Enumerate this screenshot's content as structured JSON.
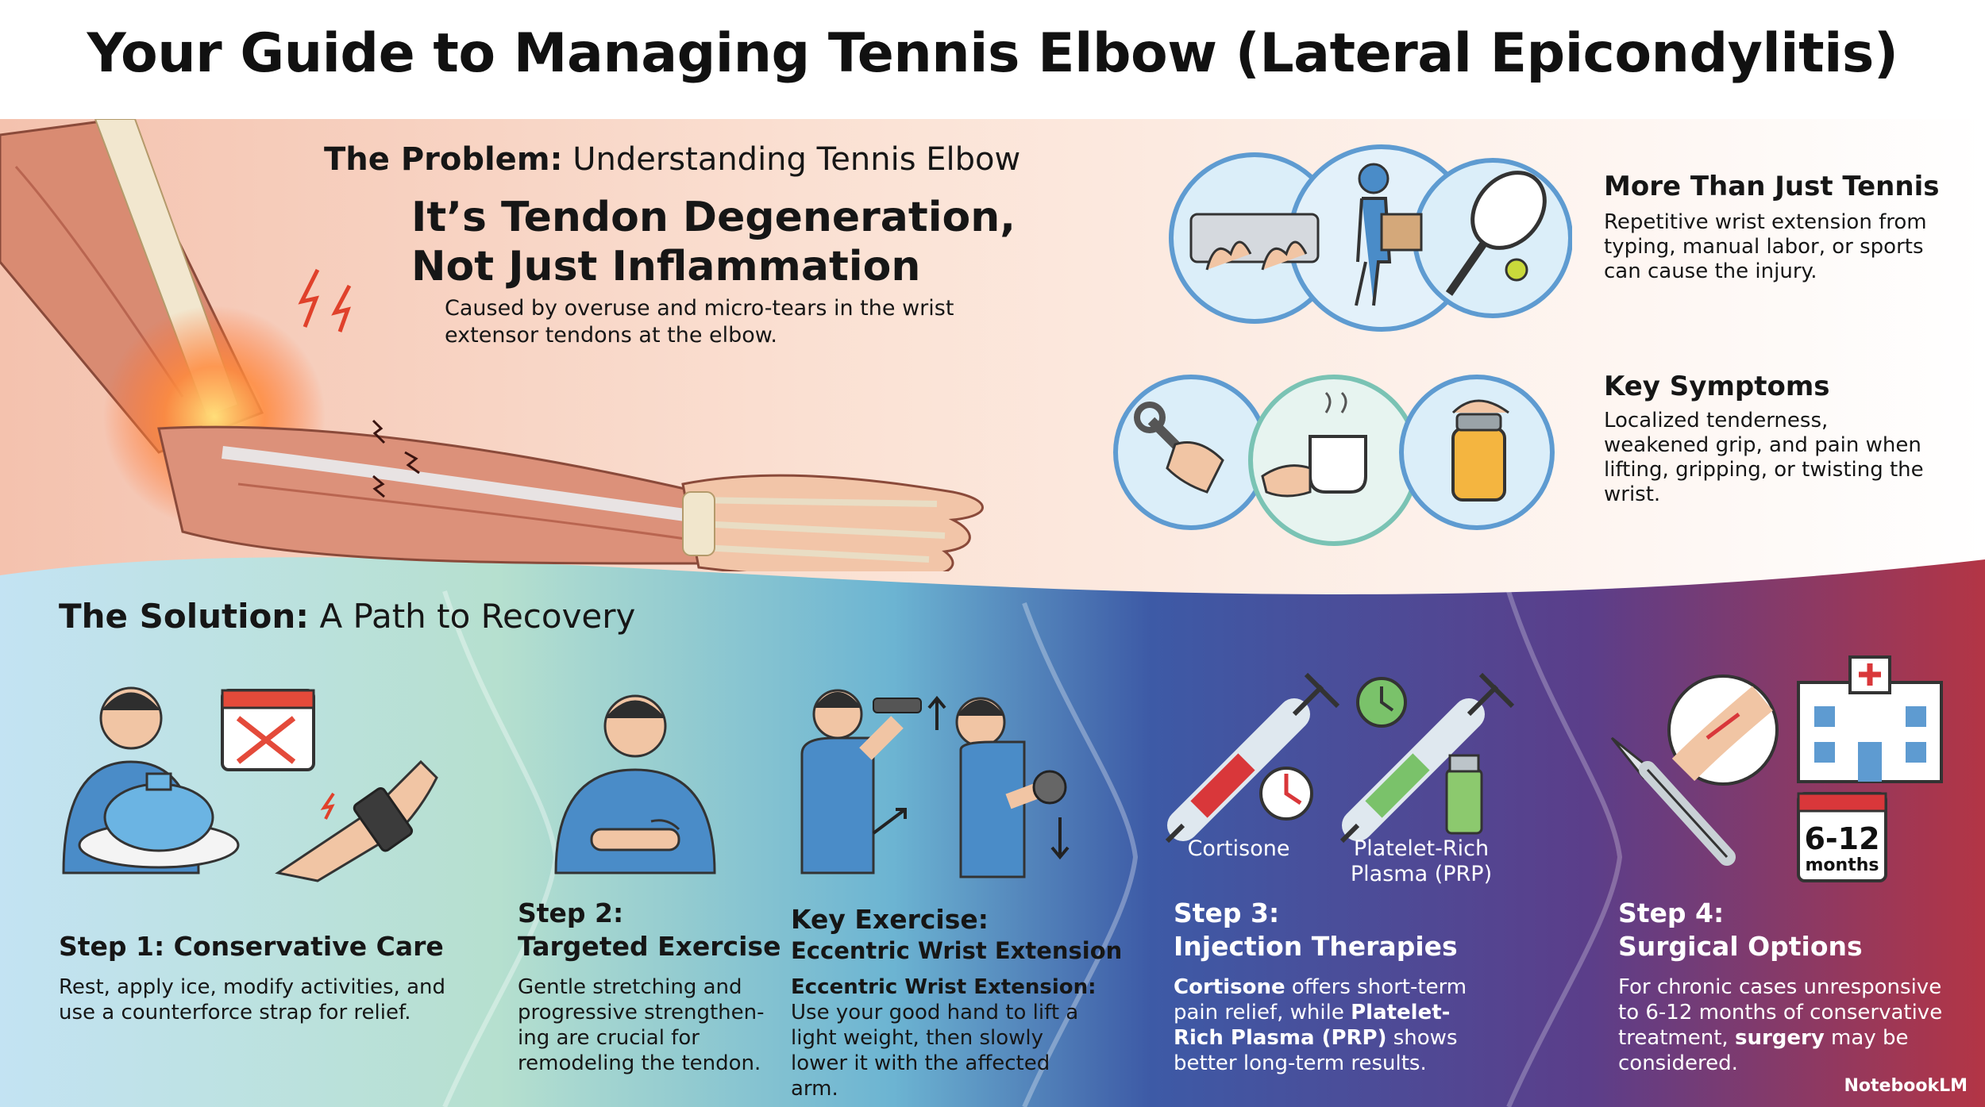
{
  "title": "Your Guide to Managing Tennis Elbow (Lateral Epicondylitis)",
  "problem": {
    "heading_bold": "The Problem:",
    "heading_rest": " Understanding Tennis Elbow",
    "headline_line1": "It’s Tendon Degeneration,",
    "headline_line2": "Not Just Inflammation",
    "cause": "Caused by overuse and micro-tears in the wrist extensor tendons at the elbow."
  },
  "more_than_tennis": {
    "heading": "More Than Just Tennis",
    "text": "Repetitive wrist extension from typing, manual labor, or sports can cause the injury.",
    "icons": [
      "typing-icon",
      "carrying-box-icon",
      "tennis-racket-icon"
    ]
  },
  "symptoms": {
    "heading": "Key Symptoms",
    "text": "Localized tenderness, weakened grip, and pain when lifting, gripping, or twisting the wrist.",
    "icons": [
      "wrench-grip-icon",
      "lifting-cup-icon",
      "jar-twist-icon"
    ]
  },
  "solution": {
    "heading_bold": "The Solution:",
    "heading_rest": " A Path to Recovery"
  },
  "step1": {
    "title": "Step 1: Conservative Care",
    "text": "Rest, apply ice, modify activities, and use a counterforce strap for relief."
  },
  "step2": {
    "title_line1": "Step 2:",
    "title_line2": "Targeted Exercise",
    "text": "Gentle stretching and progressive strengthen-ing are crucial for remodeling the tendon."
  },
  "key_exercise": {
    "title_line1": "Key Exercise:",
    "title_line2": "Eccentric Wrist Extension",
    "text_bold": "Eccentric Wrist Extension:",
    "text": " Use your good hand to lift a light weight, then slowly lower it with the affected arm."
  },
  "step3": {
    "title_line1": "Step 3:",
    "title_line2": "Injection Therapies",
    "label_cortisone": "Cortisone",
    "label_prp": "Platelet-Rich Plasma (PRP)",
    "text_b1": "Cortisone",
    "text_1": " offers short-term pain relief, while ",
    "text_b2": "Platelet-Rich Plasma (PRP)",
    "text_2": " shows better long-term results."
  },
  "step4": {
    "title_line1": "Step 4:",
    "title_line2": "Surgical Options",
    "badge_value": "6-12",
    "badge_unit": "months",
    "text_1": "For chronic cases unresponsive to 6-12 months of conservative treatment, ",
    "text_b": "surgery",
    "text_2": " may be considered."
  },
  "brand": "NotebookLM",
  "colors": {
    "problem_bg": "#f9dccd",
    "band_left": "#bfe1f1",
    "band_mid": "#7fb7cf",
    "band_dark": "#3e4fa0",
    "band_right": "#b23a4a",
    "icon_ring": "#6fa8d6",
    "shirt": "#4a8cc8"
  }
}
